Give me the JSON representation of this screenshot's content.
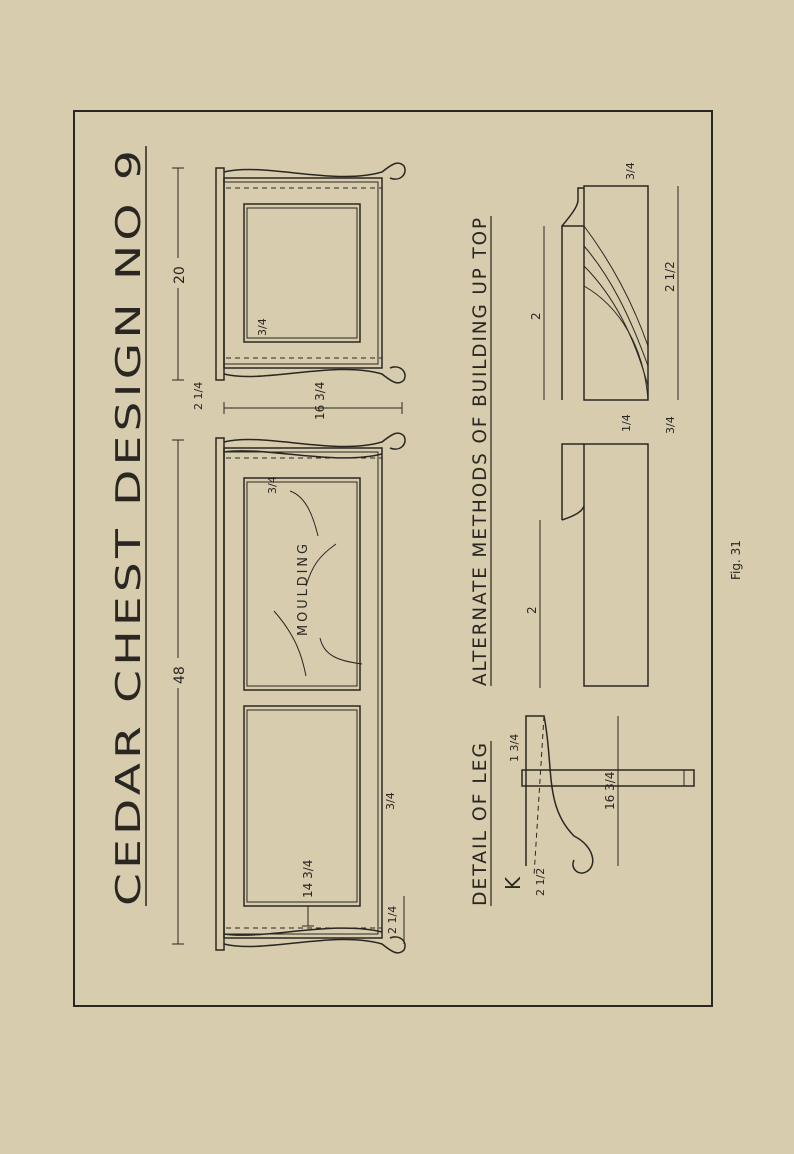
{
  "title": "CEDAR CHEST DESIGN NO 9",
  "sections": {
    "alternate_methods": "ALTERNATE METHODS OF BUILDING UP TOP",
    "detail_of_leg": "DETAIL OF LEG",
    "leg_letter": "K"
  },
  "labels": {
    "moulding": "MOULDING"
  },
  "dimensions": {
    "length": "48",
    "width": "20",
    "height": "16 3/4",
    "top_thickness": "2 1/4",
    "end_margin": "3/4",
    "panel_margin_end": "3/4",
    "panel_margin_front": "3/4",
    "panel_width": "14 3/4",
    "plinth": "2 1/4",
    "leg_offset": "3/4",
    "alt_left_width": "2",
    "alt_right_width": "2",
    "alt_gap": "1/4",
    "alt_gap2": "3/4",
    "alt_right_height": "2 1/2",
    "alt_top_small": "3/4",
    "leg_height": "16 3/4",
    "leg_foot": "2 1/2",
    "leg_thick": "1 3/4"
  },
  "figure_caption": "Fig. 31"
}
